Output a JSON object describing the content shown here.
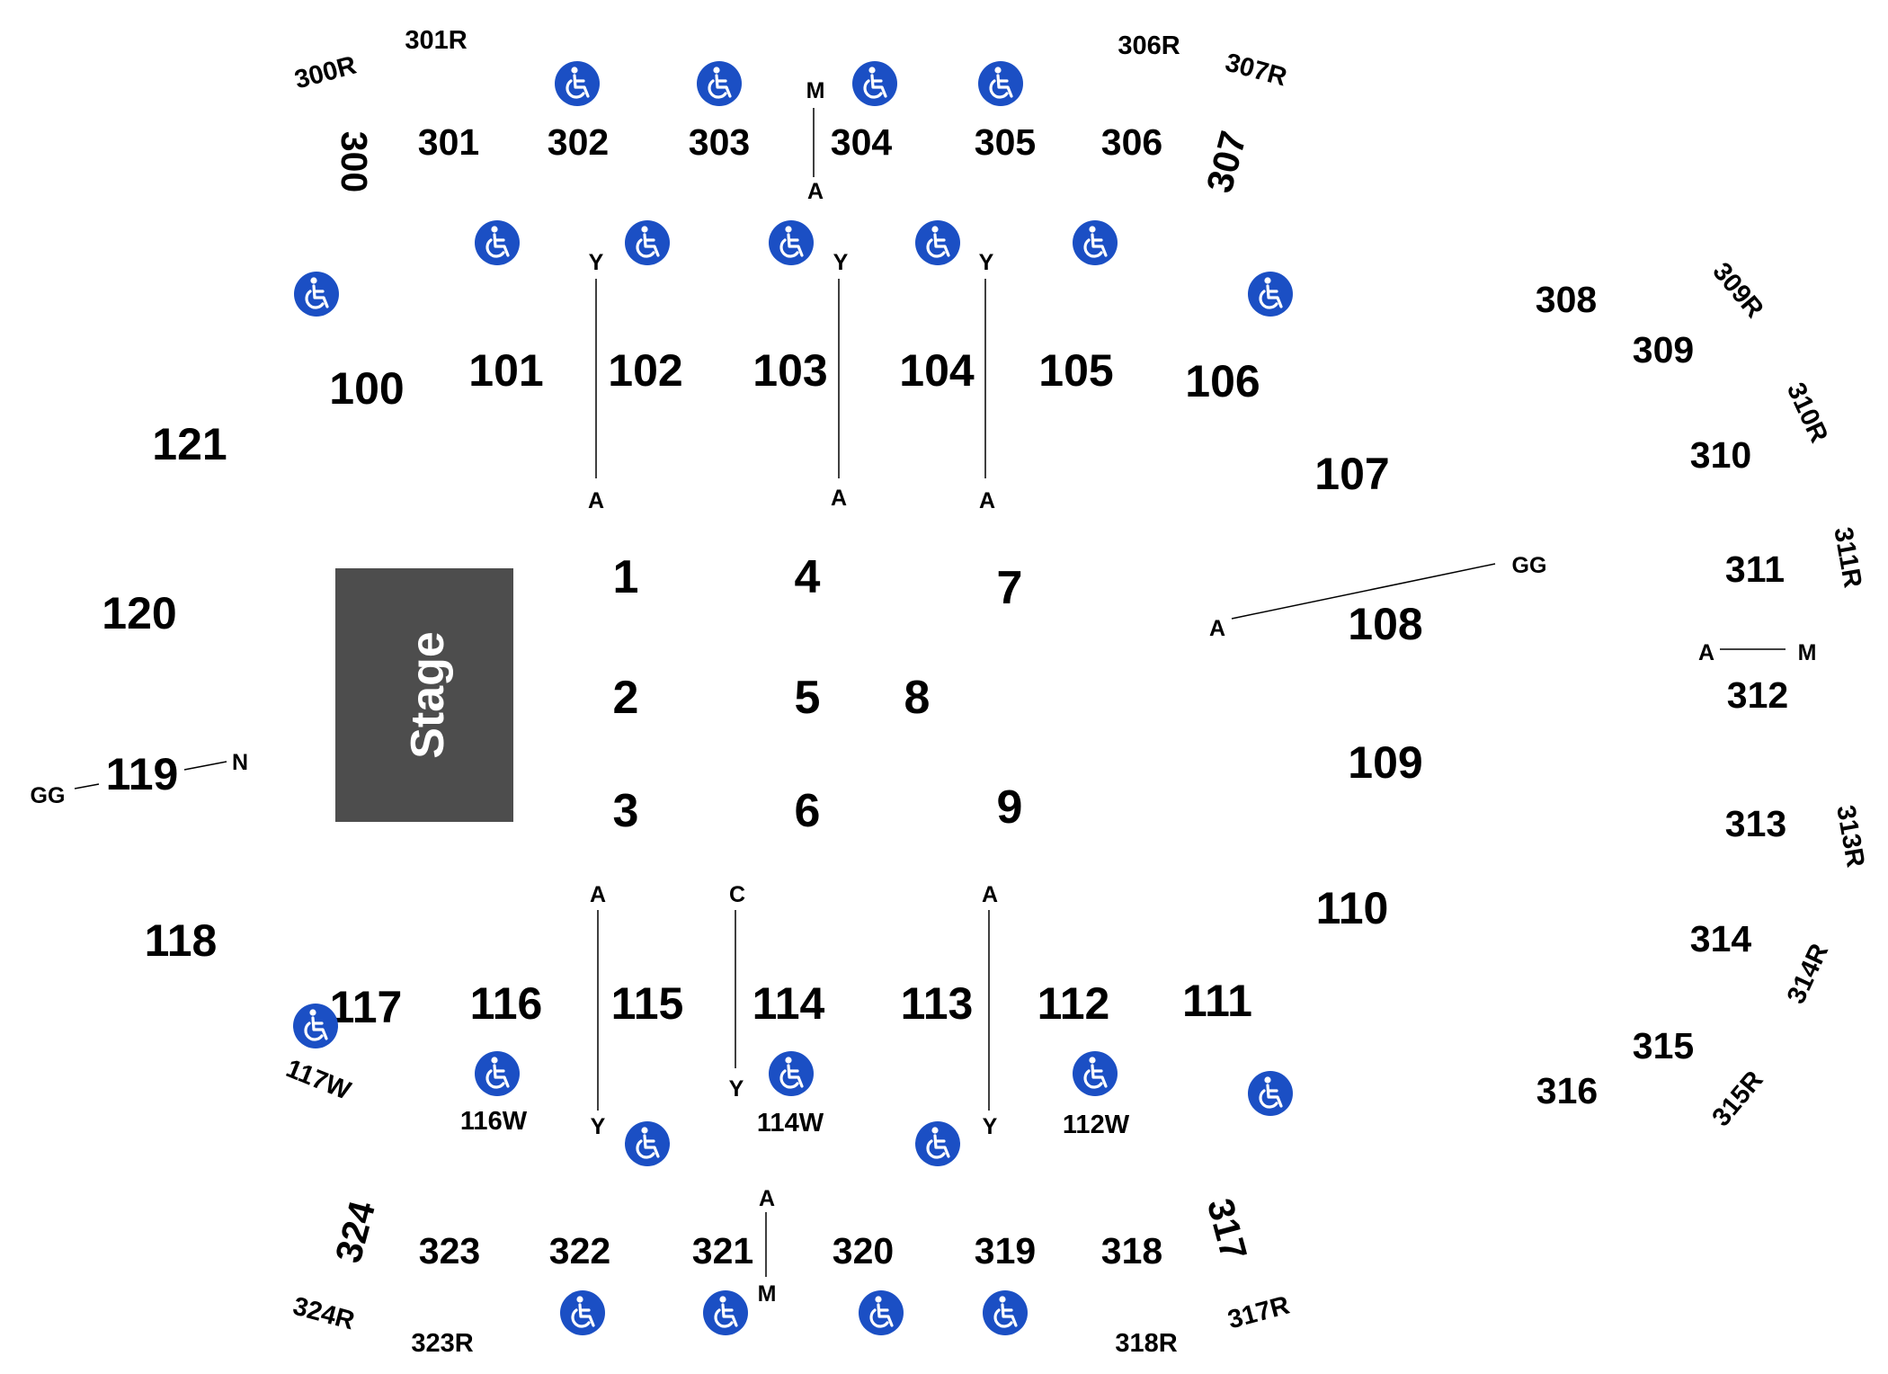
{
  "stage": {
    "label": "Stage",
    "color": "#4d4d4d"
  },
  "accessibility": {
    "icon": "wheelchair-icon",
    "color": "#1b4fc4"
  },
  "floor_sections": [
    "1",
    "2",
    "3",
    "4",
    "5",
    "6",
    "7",
    "8",
    "9"
  ],
  "lower_sections": [
    "100",
    "101",
    "102",
    "103",
    "104",
    "105",
    "106",
    "107",
    "108",
    "109",
    "110",
    "111",
    "112",
    "113",
    "114",
    "115",
    "116",
    "117",
    "118",
    "119",
    "120",
    "121"
  ],
  "wheelchair_sections": [
    "117W",
    "116W",
    "114W",
    "112W"
  ],
  "upper_sections": [
    "300",
    "301",
    "302",
    "303",
    "304",
    "305",
    "306",
    "307",
    "308",
    "309",
    "310",
    "311",
    "312",
    "313",
    "314",
    "315",
    "316",
    "317",
    "318",
    "319",
    "320",
    "321",
    "322",
    "323",
    "324"
  ],
  "rail_sections": [
    "300R",
    "301R",
    "306R",
    "307R",
    "309R",
    "310R",
    "311R",
    "313R",
    "314R",
    "315R",
    "317R",
    "318R",
    "323R",
    "324R"
  ],
  "row_labels": {
    "upper_top_aisle": [
      "M",
      "A"
    ],
    "lower_top_aisle_1": [
      "Y",
      "A"
    ],
    "lower_top_aisle_2": [
      "Y",
      "A"
    ],
    "lower_top_aisle_3": [
      "Y",
      "A"
    ],
    "lower_bottom_aisle_1": [
      "A",
      "Y"
    ],
    "lower_bottom_aisle_2": [
      "C",
      "Y"
    ],
    "lower_bottom_aisle_3": [
      "A",
      "Y"
    ],
    "upper_bottom_aisle": [
      "A",
      "M"
    ],
    "section_108": [
      "A",
      "GG"
    ],
    "section_119": [
      "GG",
      "N"
    ],
    "section_312": [
      "A",
      "M"
    ]
  }
}
